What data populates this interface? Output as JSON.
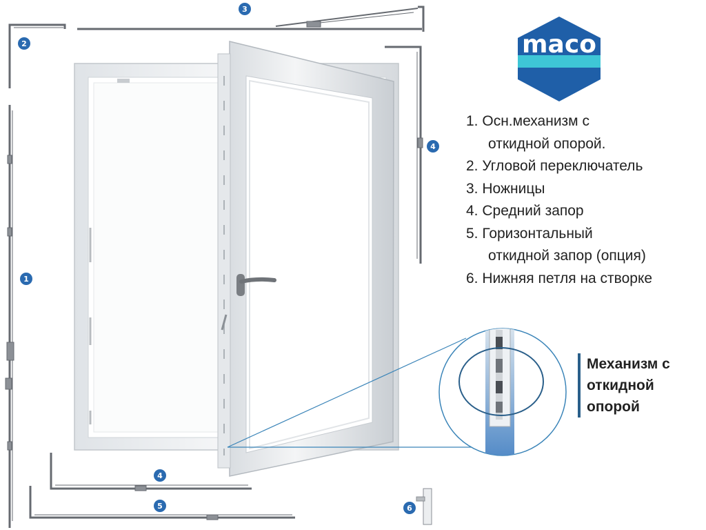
{
  "logo": {
    "text": "maco",
    "colors": {
      "blue": "#1f5fa8",
      "cyan": "#3ec6d6"
    }
  },
  "badges": {
    "b1": "1",
    "b2": "2",
    "b3": "3",
    "b4_top": "4",
    "b4_bottom": "4",
    "b5": "5",
    "b6": "6"
  },
  "legend": [
    {
      "num": "1.",
      "line1": "Осн.механизм с",
      "line2": "откидной опорой."
    },
    {
      "num": "2.",
      "line1": "Угловой переключатель"
    },
    {
      "num": "3.",
      "line1": "Ножницы"
    },
    {
      "num": "4.",
      "line1": "Средний запор"
    },
    {
      "num": "5.",
      "line1": "Горизонтальный",
      "line2": "откидной запор (опция)"
    },
    {
      "num": "6.",
      "line1": "Нижняя петля на створке"
    }
  ],
  "callout": {
    "line1": "Механизм с",
    "line2": "откидной",
    "line3": "опорой"
  },
  "colors": {
    "badge": "#2a6ab0",
    "accent": "#2a5f8a",
    "hardware": "#6a6e74",
    "frame": "#e9ecef"
  }
}
